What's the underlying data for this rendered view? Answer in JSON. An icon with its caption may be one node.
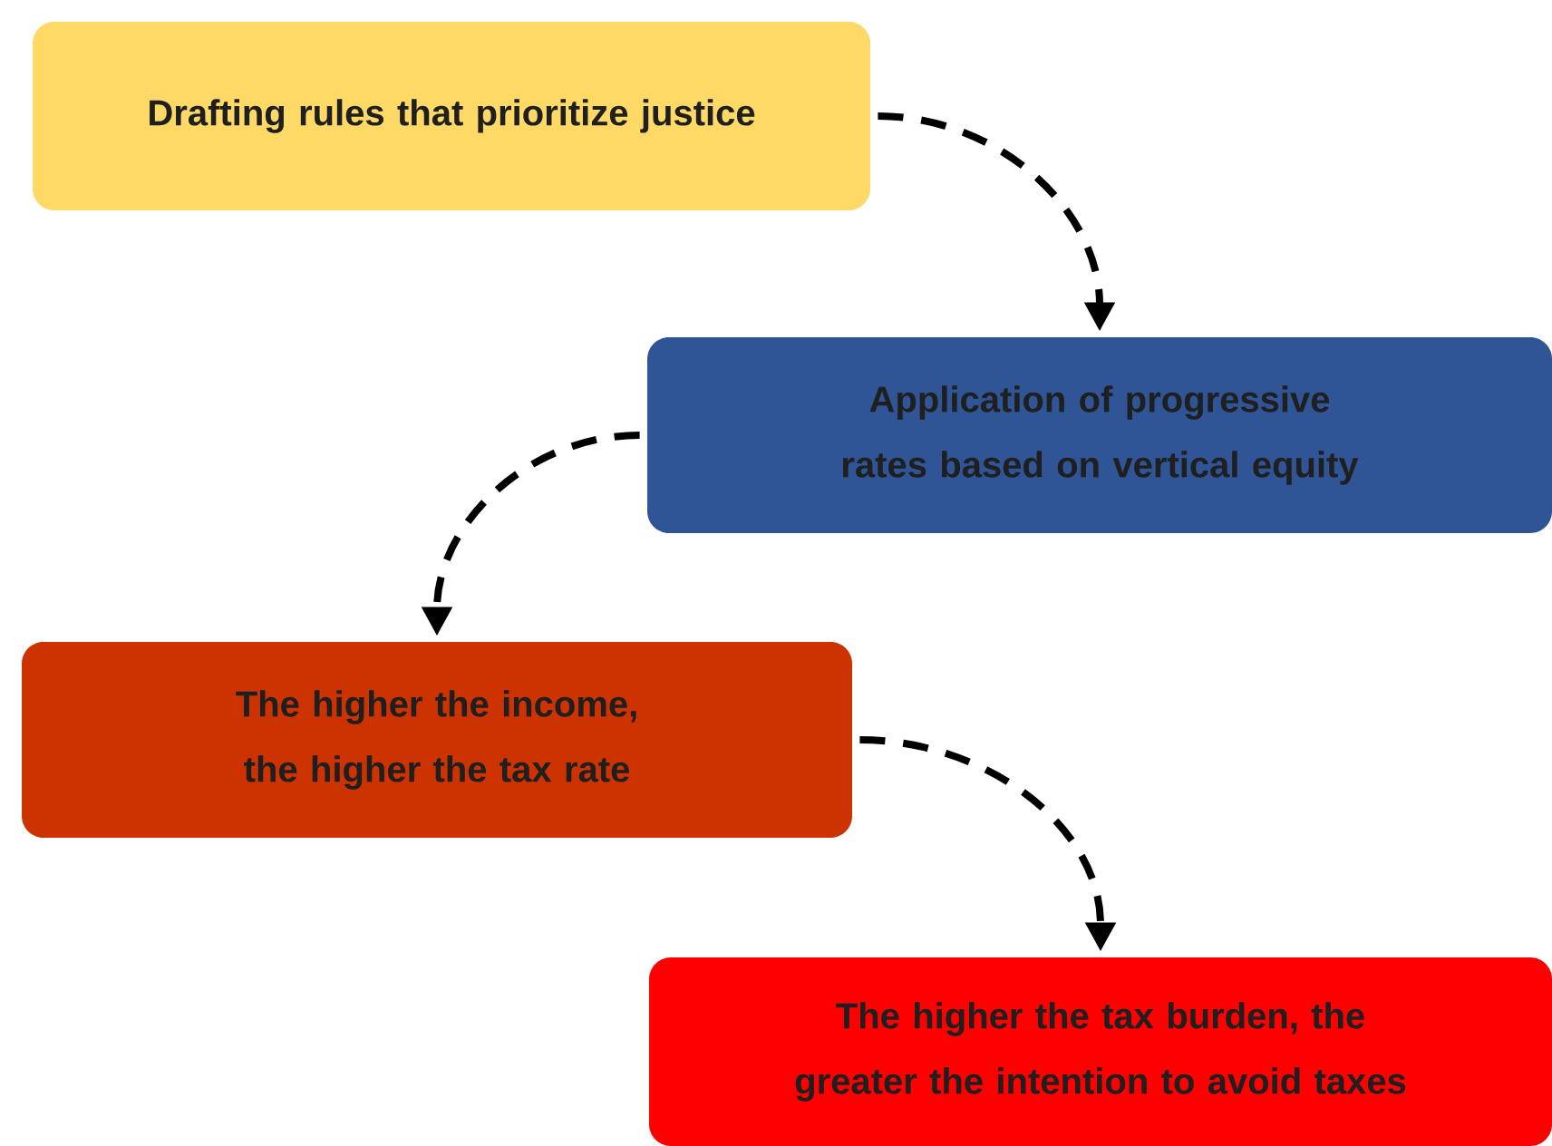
{
  "diagram": {
    "nodes": [
      {
        "text": [
          "Drafting rules that prioritize justice"
        ]
      },
      {
        "text": [
          "Application of progressive rates based on vertical equity"
        ]
      },
      {
        "text": [
          "The higher the income, the higher the tax rate"
        ]
      },
      {
        "text": [
          "The higher the tax burden, the greater the intention to avoid taxes"
        ]
      }
    ],
    "edges": [
      {
        "from": 0,
        "to": 1,
        "arrow": "to",
        "style": "dashed"
      },
      {
        "from": 1,
        "to": 2,
        "arrow": "to",
        "style": "dashed"
      },
      {
        "from": 2,
        "to": 3,
        "arrow": "to",
        "style": "dashed"
      }
    ]
  }
}
